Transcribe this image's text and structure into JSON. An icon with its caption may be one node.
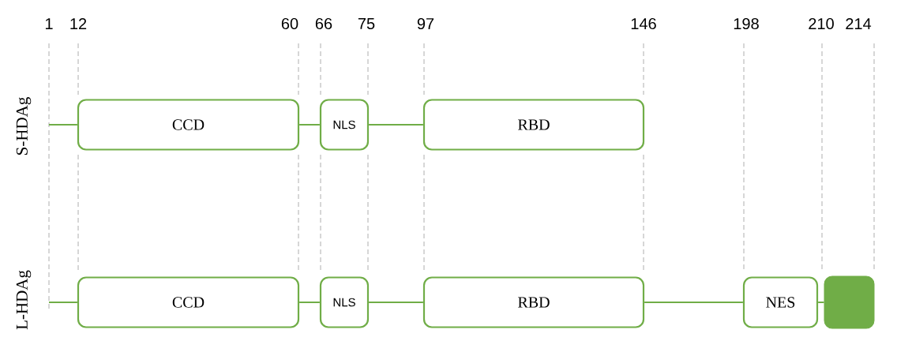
{
  "diagram": {
    "nodes": [
      {
        "text": [
          "CCD"
        ]
      },
      {
        "text": [
          "NLS"
        ]
      },
      {
        "text": [
          "RBD"
        ]
      },
      {
        "text": [
          "CCD"
        ]
      },
      {
        "text": [
          "NLS"
        ]
      },
      {
        "text": [
          "RBD"
        ]
      },
      {
        "text": [
          "NES"
        ]
      },
      {
        "text": [],
        "shape": "box"
      }
    ],
    "edges": [
      {
        "from": null,
        "to": 0,
        "arrow": "none"
      },
      {
        "from": 0,
        "to": 1,
        "arrow": "none"
      },
      {
        "from": 1,
        "to": 2,
        "arrow": "none"
      },
      {
        "from": null,
        "to": 3,
        "arrow": "none"
      },
      {
        "from": 3,
        "to": 4,
        "arrow": "none"
      },
      {
        "from": 4,
        "to": 5,
        "arrow": "none"
      },
      {
        "from": 5,
        "to": 6,
        "arrow": "none"
      },
      {
        "from": 6,
        "to": 7,
        "arrow": "none"
      }
    ],
    "labels": [
      "1",
      "12",
      "60",
      "66",
      "75",
      "97",
      "146",
      "198",
      "210",
      "214",
      "S-HDAg",
      "L-HDAg"
    ]
  }
}
